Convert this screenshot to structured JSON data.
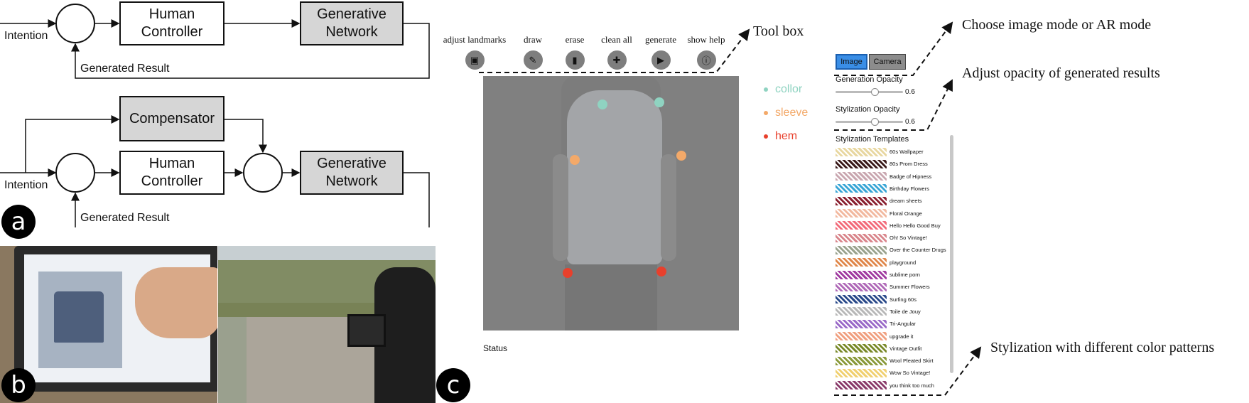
{
  "panel_a": {
    "top": {
      "intention": "Intention",
      "human_controller": "Human\nController",
      "generative_network": "Generative\nNetwork",
      "generated_result": "Generated Result"
    },
    "bottom": {
      "intention": "Intention",
      "compensator": "Compensator",
      "human_controller": "Human\nController",
      "generative_network": "Generative\nNetwork",
      "generated_result": "Generated Result"
    },
    "badge": "a"
  },
  "panel_b": {
    "badge": "b"
  },
  "panel_c": {
    "badge": "c",
    "toolbox": {
      "tools": [
        {
          "label": "adjust landmarks",
          "icon": "shirt-icon"
        },
        {
          "label": "draw",
          "icon": "pencil-icon"
        },
        {
          "label": "erase",
          "icon": "eraser-icon"
        },
        {
          "label": "clean all",
          "icon": "broom-icon"
        },
        {
          "label": "generate",
          "icon": "play-icon"
        },
        {
          "label": "show help",
          "icon": "info-icon"
        }
      ]
    },
    "legend": [
      {
        "label": "collor",
        "color": "#8fd3c1"
      },
      {
        "label": "sleeve",
        "color": "#f3a969"
      },
      {
        "label": "hem",
        "color": "#e8402c"
      }
    ],
    "status_label": "Status",
    "mode_buttons": [
      "Image",
      "Camera"
    ],
    "generation_opacity": {
      "label": "Generation Opacity",
      "value": "0.6"
    },
    "stylization_opacity": {
      "label": "Stylization Opacity",
      "value": "0.6"
    },
    "templates_title": "Stylization Templates",
    "templates": [
      {
        "name": "60s Wallpaper",
        "color": "#e8d7a0"
      },
      {
        "name": "80s Prom Dress",
        "color": "#3a1a1a"
      },
      {
        "name": "Badge of Hipness",
        "color": "#c9a7b0"
      },
      {
        "name": "Birthday Flowers",
        "color": "#3aa6d6"
      },
      {
        "name": "dream sheets",
        "color": "#8a2030"
      },
      {
        "name": "Floral Orange",
        "color": "#f2b9a0"
      },
      {
        "name": "Hello Hello Good Buy",
        "color": "#f26b7a"
      },
      {
        "name": "Oh! So Vintage!",
        "color": "#d9868c"
      },
      {
        "name": "Over the Counter Drugs",
        "color": "#9aa38e"
      },
      {
        "name": "playground",
        "color": "#e0874a"
      },
      {
        "name": "sublime porn",
        "color": "#a03aa0"
      },
      {
        "name": "Summer Flowers",
        "color": "#b06ab8"
      },
      {
        "name": "Surfing 60s",
        "color": "#2a4a8a"
      },
      {
        "name": "Toile de Jouy",
        "color": "#b8b8b8"
      },
      {
        "name": "Tri-Angular",
        "color": "#9a6ac8"
      },
      {
        "name": "upgrade it",
        "color": "#f0a080"
      },
      {
        "name": "Vintage Outfit",
        "color": "#7a8a2a"
      },
      {
        "name": "Wool Pleated Skirt",
        "color": "#8a9a3a"
      },
      {
        "name": "Wow So Vintage!",
        "color": "#f0d070"
      },
      {
        "name": "you think too much",
        "color": "#8a3a6a"
      }
    ],
    "annotations": {
      "tool_box": "Tool box",
      "mode": "Choose image mode or AR mode",
      "opacity": "Adjust opacity of generated results",
      "stylization": "Stylization with different color patterns"
    }
  }
}
